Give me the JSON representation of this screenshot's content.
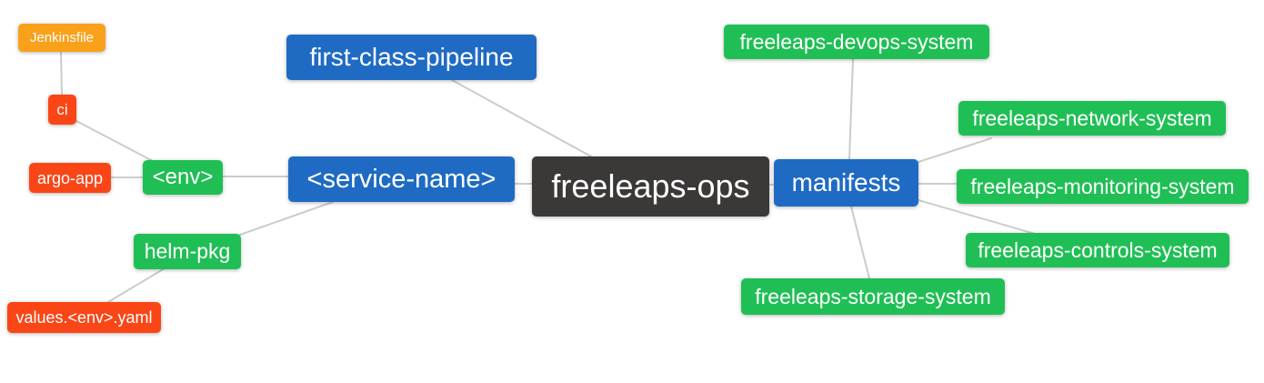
{
  "palette": {
    "primary_blue": "#1f6bc4",
    "leaf_green": "#20bf55",
    "leaf_red": "#fa4616",
    "leaf_orange": "#f9a11b",
    "root_dark": "#3b3938",
    "edge_line": "#cccccc",
    "node_text": "#ffffff",
    "background": "#ffffff"
  },
  "nodes": {
    "root": {
      "label": "freeleaps-ops",
      "color": "#3b3938"
    },
    "first_class_pipeline": {
      "label": "first-class-pipeline",
      "color": "#1f6bc4"
    },
    "service_name": {
      "label": "<service-name>",
      "color": "#1f6bc4"
    },
    "manifests": {
      "label": "manifests",
      "color": "#1f6bc4"
    },
    "env": {
      "label": "<env>",
      "color": "#20bf55"
    },
    "helm_pkg": {
      "label": "helm-pkg",
      "color": "#20bf55"
    },
    "argo_app": {
      "label": "argo-app",
      "color": "#fa4616"
    },
    "ci": {
      "label": "ci",
      "color": "#fa4616"
    },
    "jenkinsfile": {
      "label": "Jenkinsfile",
      "color": "#f9a11b"
    },
    "values_env_yaml": {
      "label": "values.<env>.yaml",
      "color": "#fa4616"
    },
    "devops_system": {
      "label": "freeleaps-devops-system",
      "color": "#20bf55"
    },
    "network_system": {
      "label": "freeleaps-network-system",
      "color": "#20bf55"
    },
    "monitoring_system": {
      "label": "freeleaps-monitoring-system",
      "color": "#20bf55"
    },
    "controls_system": {
      "label": "freeleaps-controls-system",
      "color": "#20bf55"
    },
    "storage_system": {
      "label": "freeleaps-storage-system",
      "color": "#20bf55"
    }
  },
  "edges": [
    {
      "from": "jenkinsfile",
      "to": "ci"
    },
    {
      "from": "ci",
      "to": "env"
    },
    {
      "from": "argo_app",
      "to": "env"
    },
    {
      "from": "env",
      "to": "service_name"
    },
    {
      "from": "values_env_yaml",
      "to": "helm_pkg"
    },
    {
      "from": "helm_pkg",
      "to": "service_name"
    },
    {
      "from": "first_class_pipeline",
      "to": "root"
    },
    {
      "from": "service_name",
      "to": "root"
    },
    {
      "from": "root",
      "to": "manifests"
    },
    {
      "from": "manifests",
      "to": "devops_system"
    },
    {
      "from": "manifests",
      "to": "network_system"
    },
    {
      "from": "manifests",
      "to": "monitoring_system"
    },
    {
      "from": "manifests",
      "to": "controls_system"
    },
    {
      "from": "manifests",
      "to": "storage_system"
    }
  ]
}
